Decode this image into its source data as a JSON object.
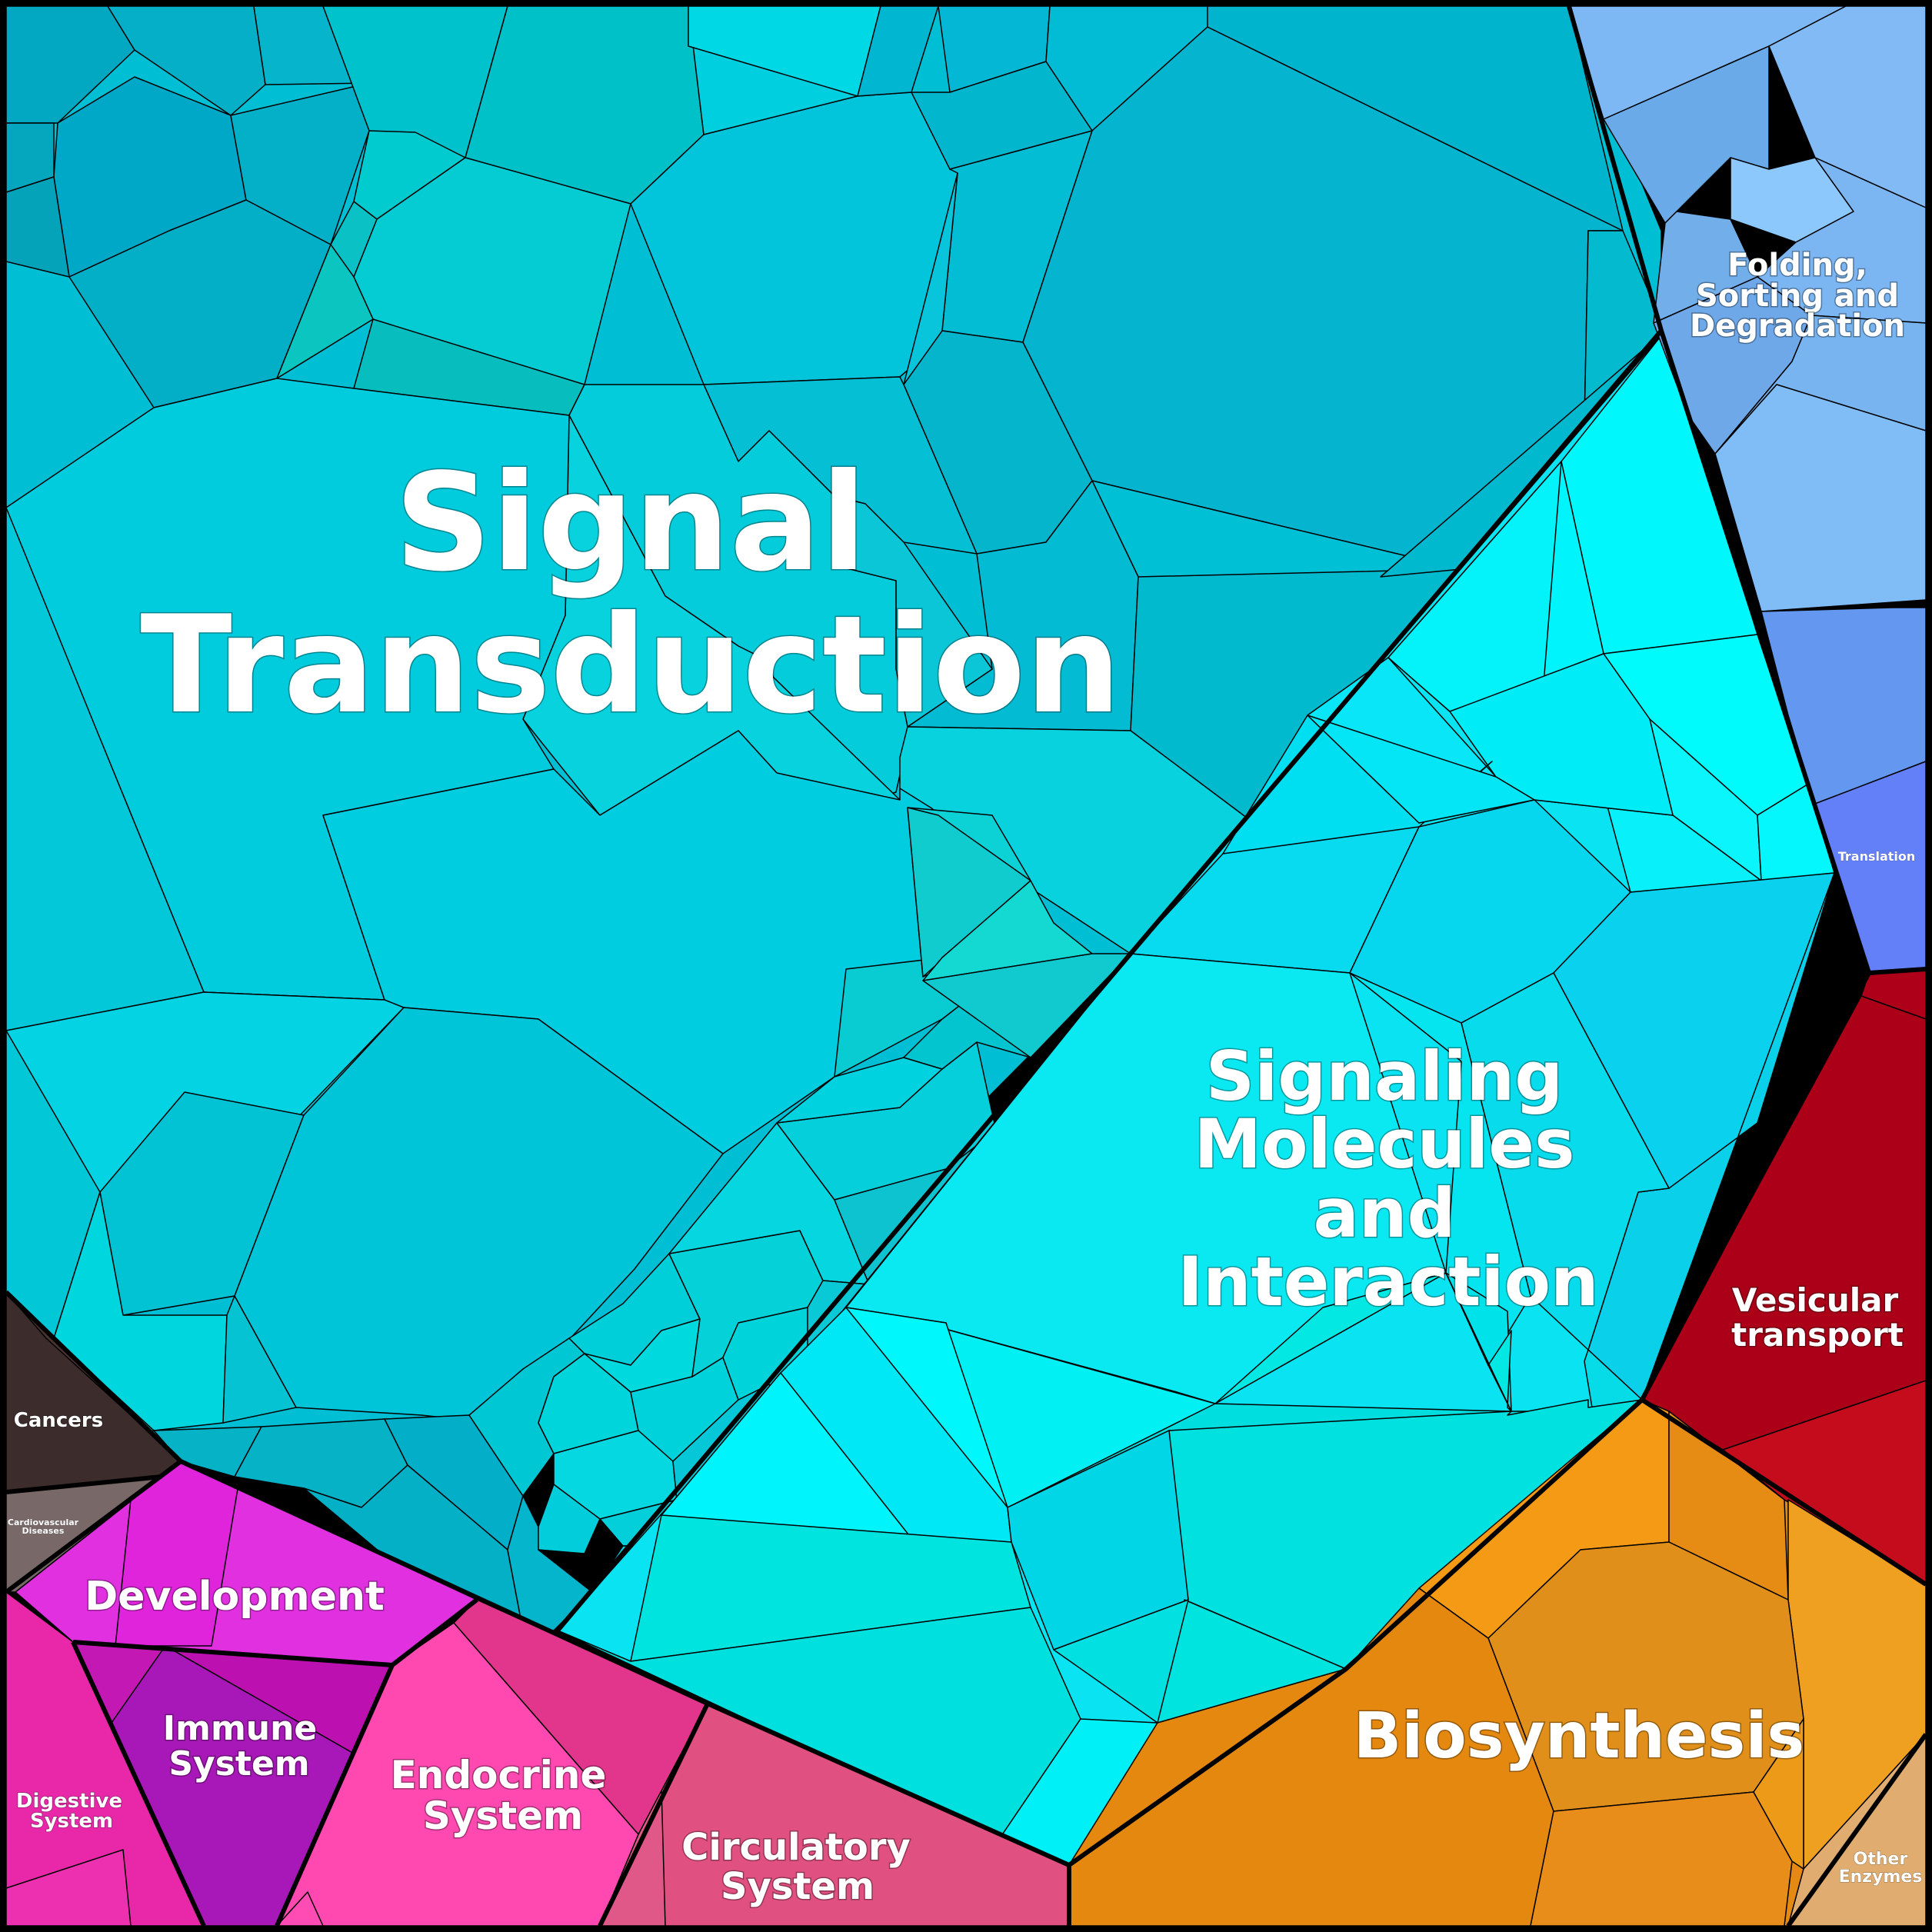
{
  "regions": [
    {
      "id": "signal-transduction",
      "label_lines": [
        "Signal",
        "Transduction"
      ],
      "color": "#00C4D8"
    },
    {
      "id": "signaling-molecules",
      "label_lines": [
        "Signaling",
        "Molecules",
        "and",
        "Interaction"
      ],
      "color": "#0FE6F2"
    },
    {
      "id": "folding-sorting",
      "label_lines": [
        "Folding,",
        "Sorting and",
        "Degradation"
      ],
      "color": "#7DB9F5"
    },
    {
      "id": "translation",
      "label_lines": [
        "Translation"
      ],
      "color": "#6480F8"
    },
    {
      "id": "vesicular-transport",
      "label_lines": [
        "Vesicular",
        "transport"
      ],
      "color": "#B00018"
    },
    {
      "id": "biosynthesis",
      "label_lines": [
        "Biosynthesis"
      ],
      "color": "#E88A14"
    },
    {
      "id": "other-enzymes",
      "label_lines": [
        "Other",
        "Enzymes"
      ],
      "color": "#E0AC70"
    },
    {
      "id": "circulatory-system",
      "label_lines": [
        "Circulatory",
        "System"
      ],
      "color": "#E05080"
    },
    {
      "id": "endocrine-system",
      "label_lines": [
        "Endocrine",
        "System"
      ],
      "color": "#FF48B0"
    },
    {
      "id": "immune-system",
      "label_lines": [
        "Immune",
        "System"
      ],
      "color": "#A818B8"
    },
    {
      "id": "digestive-system",
      "label_lines": [
        "Digestive",
        "System"
      ],
      "color": "#E828A8"
    },
    {
      "id": "development",
      "label_lines": [
        "Development"
      ],
      "color": "#E030E0"
    },
    {
      "id": "cancers",
      "label_lines": [
        "Cancers"
      ],
      "color": "#3C2C2C"
    },
    {
      "id": "cardiovascular-diseases",
      "label_lines": [
        "Cardiovascular",
        "Diseases"
      ],
      "color": "#786868"
    }
  ]
}
